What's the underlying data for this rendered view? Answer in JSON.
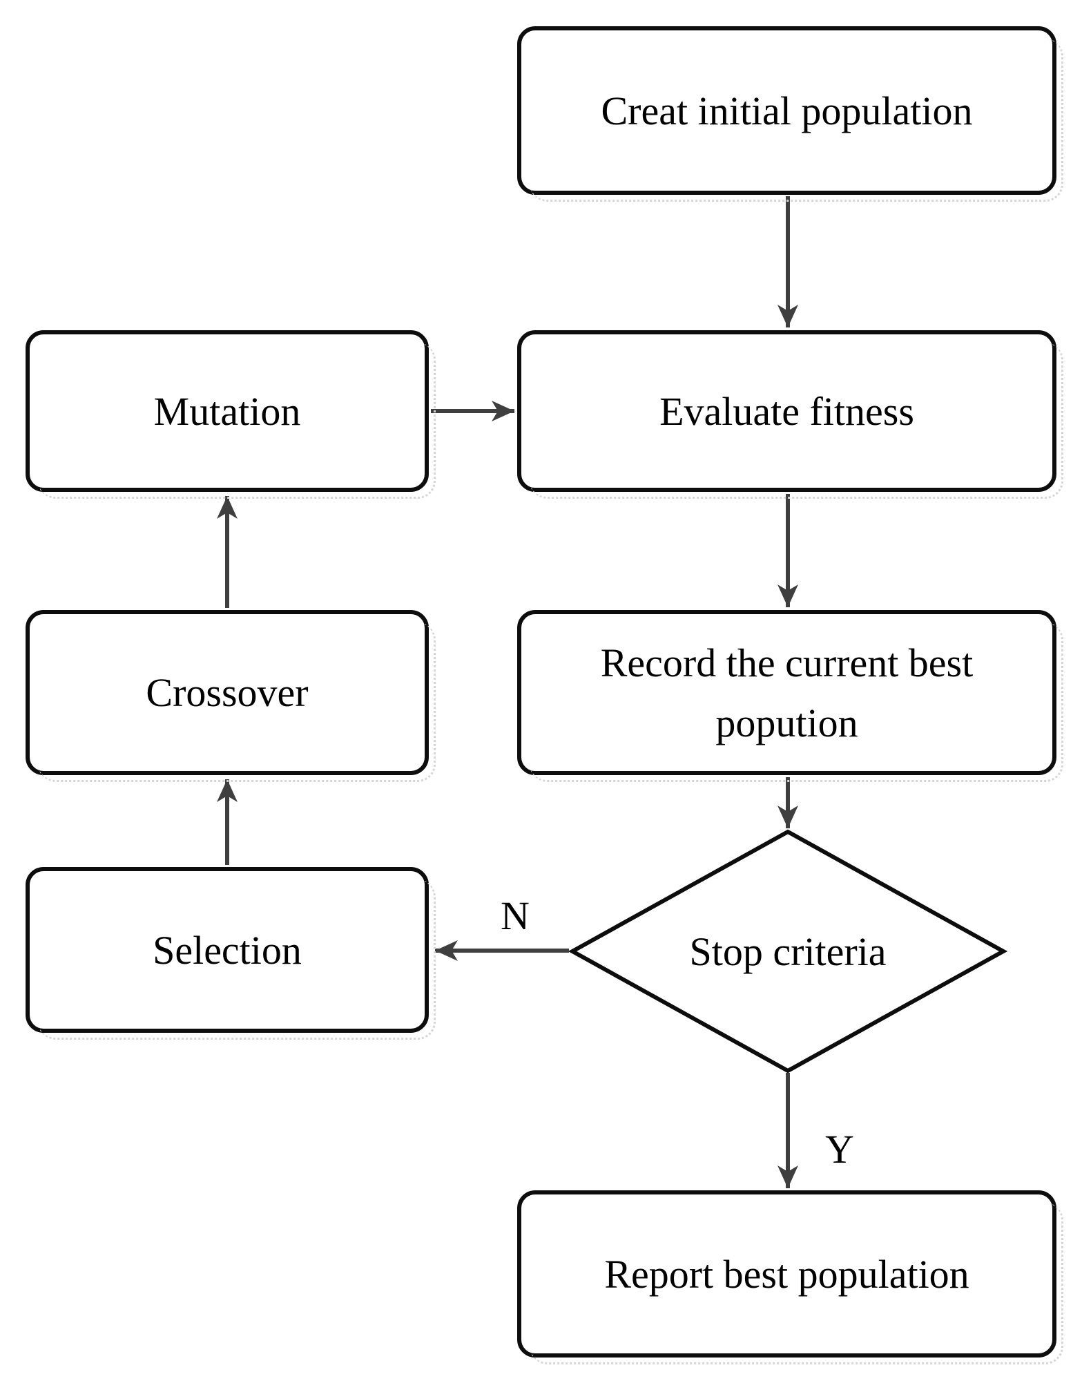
{
  "diagram": {
    "type": "flowchart",
    "background_color": "#ffffff",
    "node_border_color": "#0d0d0d",
    "node_fill_color": "#ffffff",
    "arrow_color": "#3f3f3f",
    "text_color": "#000000",
    "nodes": {
      "creat_initial_population": {
        "label": "Creat initial population",
        "shape": "rounded-rect"
      },
      "mutation": {
        "label": "Mutation",
        "shape": "rounded-rect"
      },
      "evaluate_fitness": {
        "label": "Evaluate fitness",
        "shape": "rounded-rect"
      },
      "crossover": {
        "label": "Crossover",
        "shape": "rounded-rect"
      },
      "record_current_best": {
        "label": "Record the current best popution",
        "shape": "rounded-rect"
      },
      "selection": {
        "label": "Selection",
        "shape": "rounded-rect"
      },
      "stop_criteria": {
        "label": "Stop criteria",
        "shape": "diamond"
      },
      "report_best_population": {
        "label": "Report best population",
        "shape": "rounded-rect"
      }
    },
    "branch_labels": {
      "no": "N",
      "yes": "Y"
    },
    "edges": [
      {
        "from": "creat_initial_population",
        "to": "evaluate_fitness",
        "label": ""
      },
      {
        "from": "mutation",
        "to": "evaluate_fitness",
        "label": ""
      },
      {
        "from": "evaluate_fitness",
        "to": "record_current_best",
        "label": ""
      },
      {
        "from": "record_current_best",
        "to": "stop_criteria",
        "label": ""
      },
      {
        "from": "stop_criteria",
        "to": "selection",
        "label": "N"
      },
      {
        "from": "stop_criteria",
        "to": "report_best_population",
        "label": "Y"
      },
      {
        "from": "selection",
        "to": "crossover",
        "label": ""
      },
      {
        "from": "crossover",
        "to": "mutation",
        "label": ""
      }
    ]
  }
}
